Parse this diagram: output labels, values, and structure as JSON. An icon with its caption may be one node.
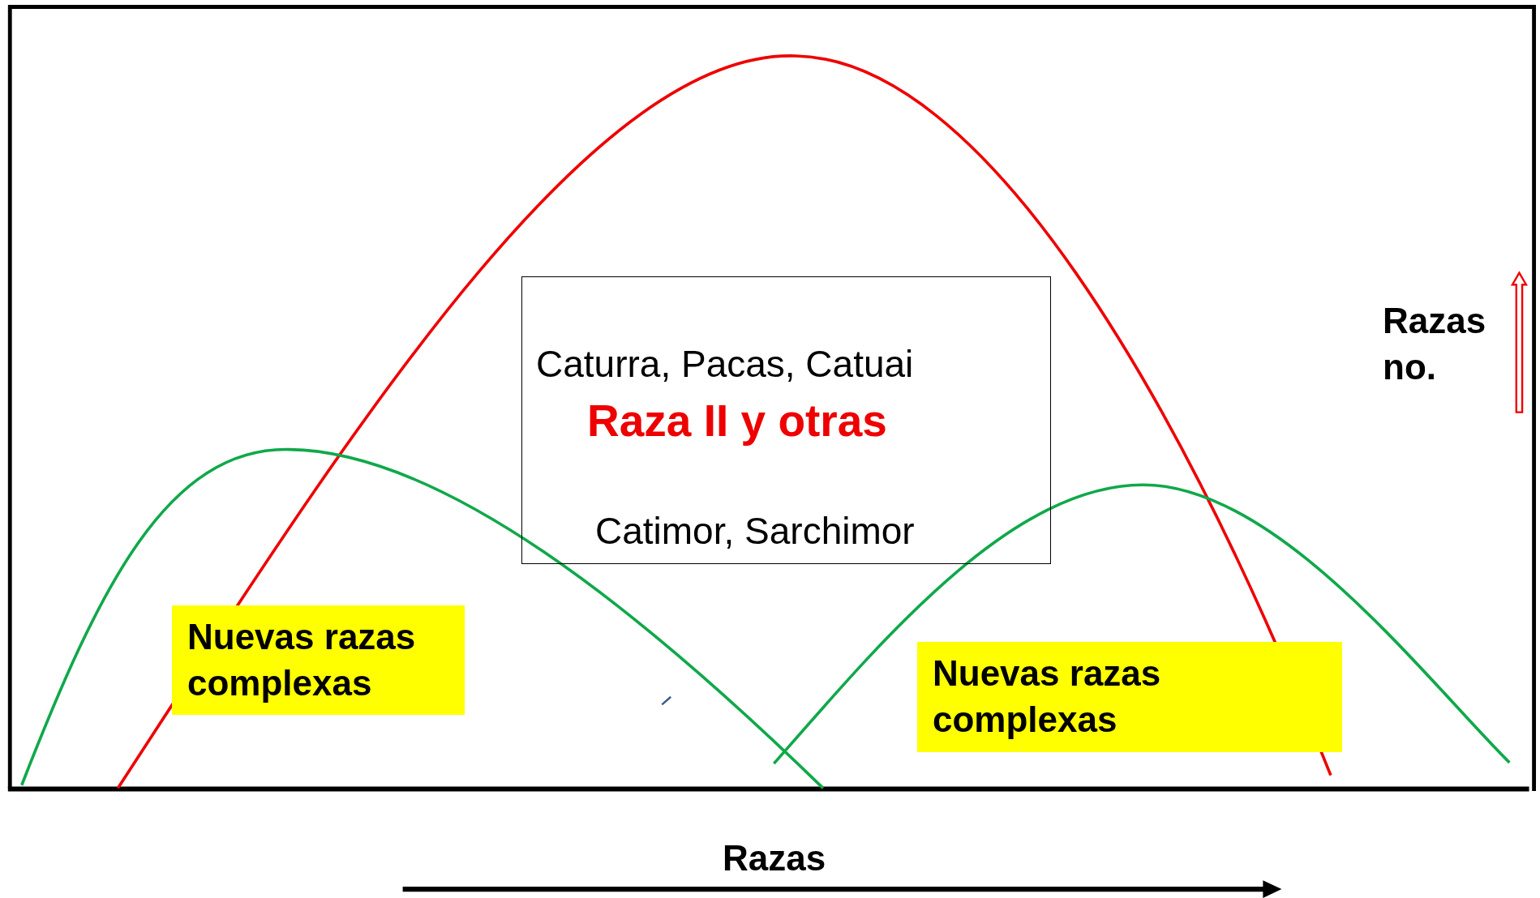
{
  "diagram": {
    "nodes": [
      {
        "text": [
          "Caturra, Pacas, Catuai",
          "Raza II y otras",
          "Catimor, Sarchimor"
        ]
      },
      {
        "text": [
          "Nuevas razas complexas"
        ]
      },
      {
        "text": [
          "Nuevas razas complexas"
        ]
      }
    ],
    "labels": [
      "Razas no.",
      "Razas"
    ]
  }
}
